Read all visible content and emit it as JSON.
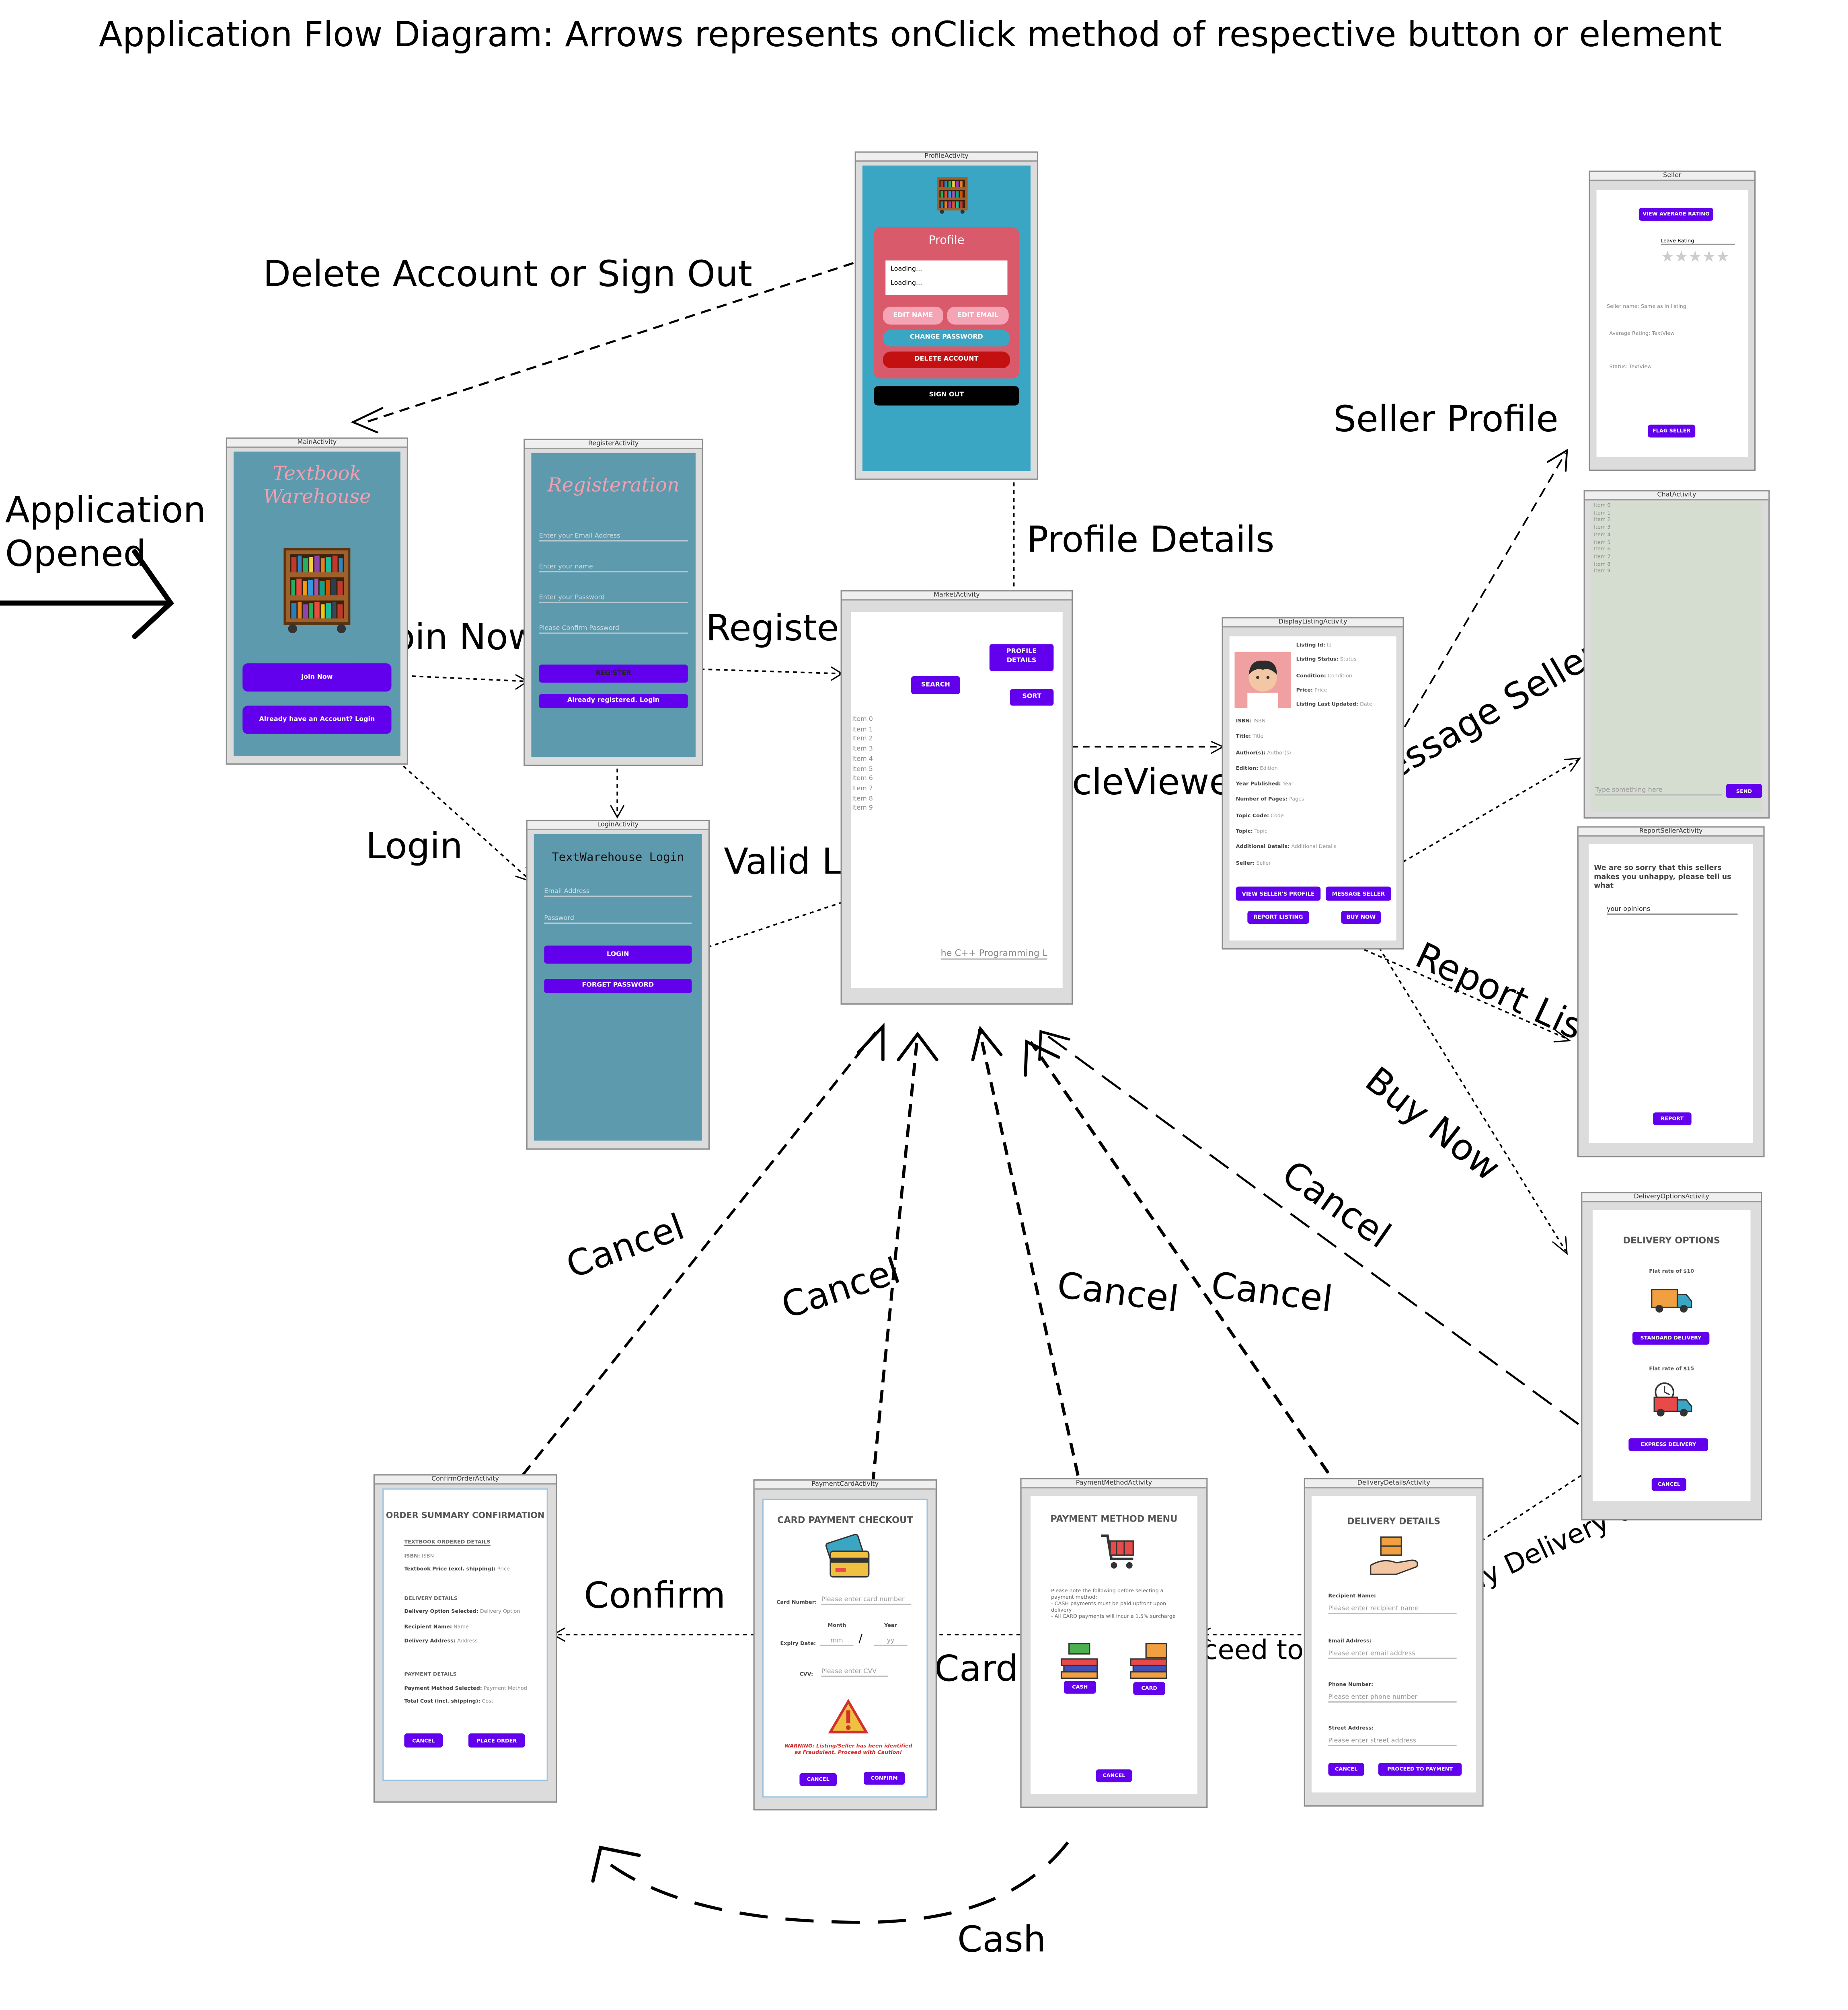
{
  "title": "Application Flow Diagram: Arrows represents onClick method of respective button or element",
  "labels": {
    "app_opened_1": "Application",
    "app_opened_2": "Opened",
    "delete_signout": "Delete Account or Sign Out",
    "join_now": "Join Now",
    "register": "Register",
    "login": "Login",
    "valid_login": "Valid Login",
    "profile_details": "Profile Details",
    "recycleviewer": "RecycleViewer",
    "seller_profile": "Seller Profile",
    "message_seller": "Message Seller",
    "report_listing": "Report Listing",
    "buy_now": "Buy Now",
    "cancel": "Cancel",
    "confirm": "Confirm",
    "card": "Card",
    "proceed_to_payment": "Proceed to Payment",
    "any_delivery_option": "Any Delivery Option",
    "cash": "Cash"
  },
  "screens": {
    "main": {
      "caption": "MainActivity",
      "title_1": "Textbook",
      "title_2": "Warehouse",
      "join_btn": "Join Now",
      "login_btn": "Already have an Account? Login"
    },
    "register": {
      "caption": "RegisterActivity",
      "title": "Registeration",
      "email": "Enter your Email Address",
      "name": "Enter your name",
      "password": "Enter your Password",
      "confirm": "Please Confirm Password",
      "register_btn": "REGISTER",
      "already_btn": "Already registered. Login"
    },
    "login": {
      "caption": "LoginActivity",
      "title": "TextWarehouse Login",
      "email": "Email Address",
      "password": "Password",
      "login_btn": "LOGIN",
      "forget_btn": "FORGET PASSWORD"
    },
    "profile": {
      "caption": "ProfileActivity",
      "heading": "Profile",
      "loading_1": "Loading...",
      "loading_2": "Loading...",
      "edit_name": "EDIT NAME",
      "edit_email": "EDIT EMAIL",
      "change_password": "CHANGE PASSWORD",
      "delete_account": "DELETE ACCOUNT",
      "sign_out": "SIGN OUT"
    },
    "market": {
      "caption": "MarketActivity",
      "profile_btn_1": "PROFILE",
      "profile_btn_2": "DETAILS",
      "search_btn": "SEARCH",
      "sort_btn": "SORT",
      "items": [
        "Item 0",
        "Item 1",
        "Item 2",
        "Item 3",
        "Item 4",
        "Item 5",
        "Item 6",
        "Item 7",
        "Item 8",
        "Item 9"
      ],
      "search_field": "he C++ Programming Lan"
    },
    "display": {
      "caption": "DisplayListingActivity",
      "fields_top": [
        {
          "k": "Listing Id:",
          "v": "Id"
        },
        {
          "k": "Listing Status:",
          "v": "Status"
        },
        {
          "k": "Condition:",
          "v": "Condition"
        },
        {
          "k": "Price:",
          "v": "Price"
        },
        {
          "k": "Listing Last Updated:",
          "v": "Date"
        }
      ],
      "fields": [
        {
          "k": "ISBN:",
          "v": "ISBN"
        },
        {
          "k": "Title:",
          "v": "Title"
        },
        {
          "k": "Author(s):",
          "v": "Author(s)"
        },
        {
          "k": "Edition:",
          "v": "Edition"
        },
        {
          "k": "Year Published:",
          "v": "Year"
        },
        {
          "k": "Number of Pages:",
          "v": "Pages"
        },
        {
          "k": "Topic Code:",
          "v": "Code"
        },
        {
          "k": "Topic:",
          "v": "Topic"
        },
        {
          "k": "Additional Details:",
          "v": "Additional Details"
        },
        {
          "k": "Seller:",
          "v": "Seller"
        }
      ],
      "view_seller": "VIEW SELLER'S PROFILE",
      "message_seller": "MESSAGE SELLER",
      "report_listing": "REPORT LISTING",
      "buy_now": "BUY NOW"
    },
    "seller": {
      "caption": "Seller",
      "view_avg": "VIEW AVERAGE RATING",
      "leave_rating": "Leave Rating",
      "seller_name_k": "Seller name:",
      "seller_name_v": "Same as in listing",
      "avg_k": "Average Rating:",
      "avg_v": "TextView",
      "status_k": "Status:",
      "status_v": "TextView",
      "flag_btn": "FLAG SELLER"
    },
    "chat": {
      "caption": "ChatActivity",
      "items": [
        "Item 0",
        "Item 1",
        "Item 2",
        "Item 3",
        "Item 4",
        "Item 5",
        "Item 6",
        "Item 7",
        "Item 8",
        "Item 9"
      ],
      "input": "Type something here",
      "send": "SEND"
    },
    "report": {
      "caption": "ReportSellerActivity",
      "text": "We are so sorry that this sellers makes you unhappy, please tell us what",
      "input": "your opinions",
      "report_btn": "REPORT"
    },
    "delivery_options": {
      "caption": "DeliveryOptionsActivity",
      "heading": "DELIVERY OPTIONS",
      "flat10": "Flat rate of $10",
      "standard": "STANDARD DELIVERY",
      "flat15": "Flat rate of $15",
      "express": "EXPRESS DELIVERY",
      "cancel": "CANCEL"
    },
    "delivery_details": {
      "caption": "DeliveryDetailsActivity",
      "heading": "DELIVERY DETAILS",
      "recipient_k": "Recipient Name:",
      "recipient_v": "Please enter recipient name",
      "email_k": "Email Address:",
      "email_v": "Please enter email address",
      "phone_k": "Phone Number:",
      "phone_v": "Please enter phone number",
      "street_k": "Street Address:",
      "street_v": "Please enter street address",
      "cancel": "CANCEL",
      "proceed": "PROCEED TO PAYMENT"
    },
    "payment_method": {
      "caption": "PaymentMethodActivity",
      "heading": "PAYMENT METHOD MENU",
      "note_1": "Please note the following before selecting a payment method:",
      "note_2": "- CASH payments must be paid upfront upon delivery",
      "note_3": "- All CARD payments will incur a 1.5% surcharge",
      "cash": "CASH",
      "card": "CARD",
      "cancel": "CANCEL"
    },
    "payment_card": {
      "caption": "PaymentCardActivity",
      "heading": "CARD PAYMENT CHECKOUT",
      "card_k": "Card Number:",
      "card_v": "Please enter card number",
      "month": "Month",
      "year": "Year",
      "expiry_k": "Expiry Date:",
      "mm": "mm",
      "slash": "/",
      "yy": "yy",
      "cvv_k": "CVV:",
      "cvv_v": "Please enter CVV",
      "warning": "WARNING: Listing/Seller has been identified as Fraudulent. Proceed with Caution!",
      "cancel": "CANCEL",
      "confirm": "CONFIRM"
    },
    "confirm_order": {
      "caption": "ConfirmOrderActivity",
      "heading": "ORDER SUMMARY CONFIRMATION",
      "tb_heading": "TEXTBOOK ORDERED DETAILS",
      "isbn_k": "ISBN:",
      "isbn_v": "ISBN",
      "price_k": "Textbook Price (excl. shipping):",
      "price_v": "Price",
      "del_heading": "DELIVERY DETAILS",
      "opt_k": "Delivery Option Selected:",
      "opt_v": "Delivery Option",
      "name_k": "Recipient Name:",
      "name_v": "Name",
      "addr_k": "Delivery Address:",
      "addr_v": "Address",
      "pay_heading": "PAYMENT DETAILS",
      "method_k": "Payment Method Selected:",
      "method_v": "Payment Method",
      "total_k": "Total Cost (incl. shipping):",
      "total_v": "Cost",
      "cancel": "CANCEL",
      "place": "PLACE ORDER"
    }
  },
  "colors": {
    "accent": "#6200ee",
    "teal_bg": "#5e9aad",
    "profile_bg": "#3aa6c4",
    "profile_card": "#d95a6a",
    "delete_red": "#c41010"
  }
}
